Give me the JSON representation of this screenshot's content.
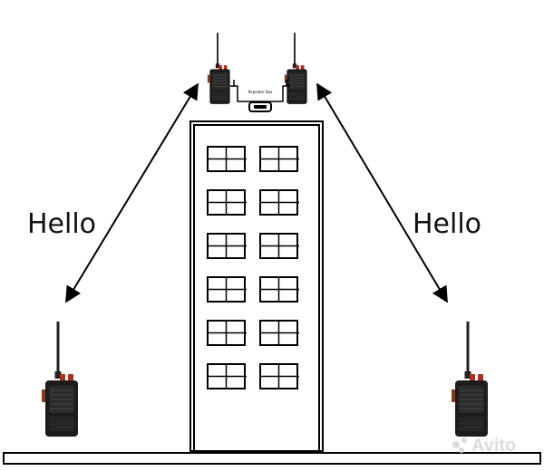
{
  "diagram": {
    "left_label": "Hello",
    "right_label": "Hello",
    "repeater_box_label": "Repeater Box",
    "building": {
      "window_rows": 6,
      "window_cols": 2
    }
  },
  "watermark": "Avito",
  "colors": {
    "ink": "#000000",
    "radio_body": "#1c1c1c",
    "radio_button": "#c0392b",
    "watermark": "#dcdcdc"
  },
  "icons": {
    "radio": "walkie-talkie-icon",
    "repeater": "repeater-box-icon"
  }
}
